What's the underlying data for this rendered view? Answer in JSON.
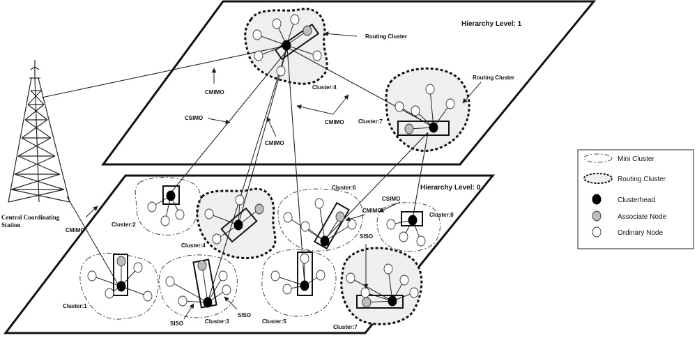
{
  "levels": {
    "level1": "Hierarchy Level: 1",
    "level0": "Hierarchy Level: 0"
  },
  "station": {
    "line1": "Central Coordinating",
    "line2": "Station"
  },
  "clusters": {
    "c4_top": "Cluster:4",
    "c7_top": "Cluster:7",
    "c1": "Cluster:1",
    "c2": "Cluster:2",
    "c3": "Cluster:3",
    "c4": "Cluster:4",
    "c5": "Cluster:5",
    "c6": "Cluster:6",
    "c7": "Cluster:7",
    "c8": "Cluster:8"
  },
  "annotations": {
    "routing_cluster_1": "Routing Cluster",
    "routing_cluster_2": "Routing Cluster",
    "cmimo_a": "CMIMO",
    "csimo_a": "CSIMO",
    "cmimo_b": "CMIMO",
    "cmimo_c": "CMIMO",
    "cmimo_station": "CMIMO",
    "csimo_b": "CSIMO",
    "cmimo_d": "CMIMO",
    "siso_a": "SISO",
    "siso_b": "SISO",
    "siso_c": "SISO"
  },
  "legend": {
    "mini_cluster": "Mini Cluster",
    "routing_cluster": "Routing Cluster",
    "clusterhead": "Clusterhead",
    "associate_node": "Associate Node",
    "ordinary_node": "Ordinary Node"
  },
  "colors": {
    "routing_fill": "#efefef",
    "associate_fill": "#bdbdbd",
    "clusterhead_fill": "#000000"
  }
}
